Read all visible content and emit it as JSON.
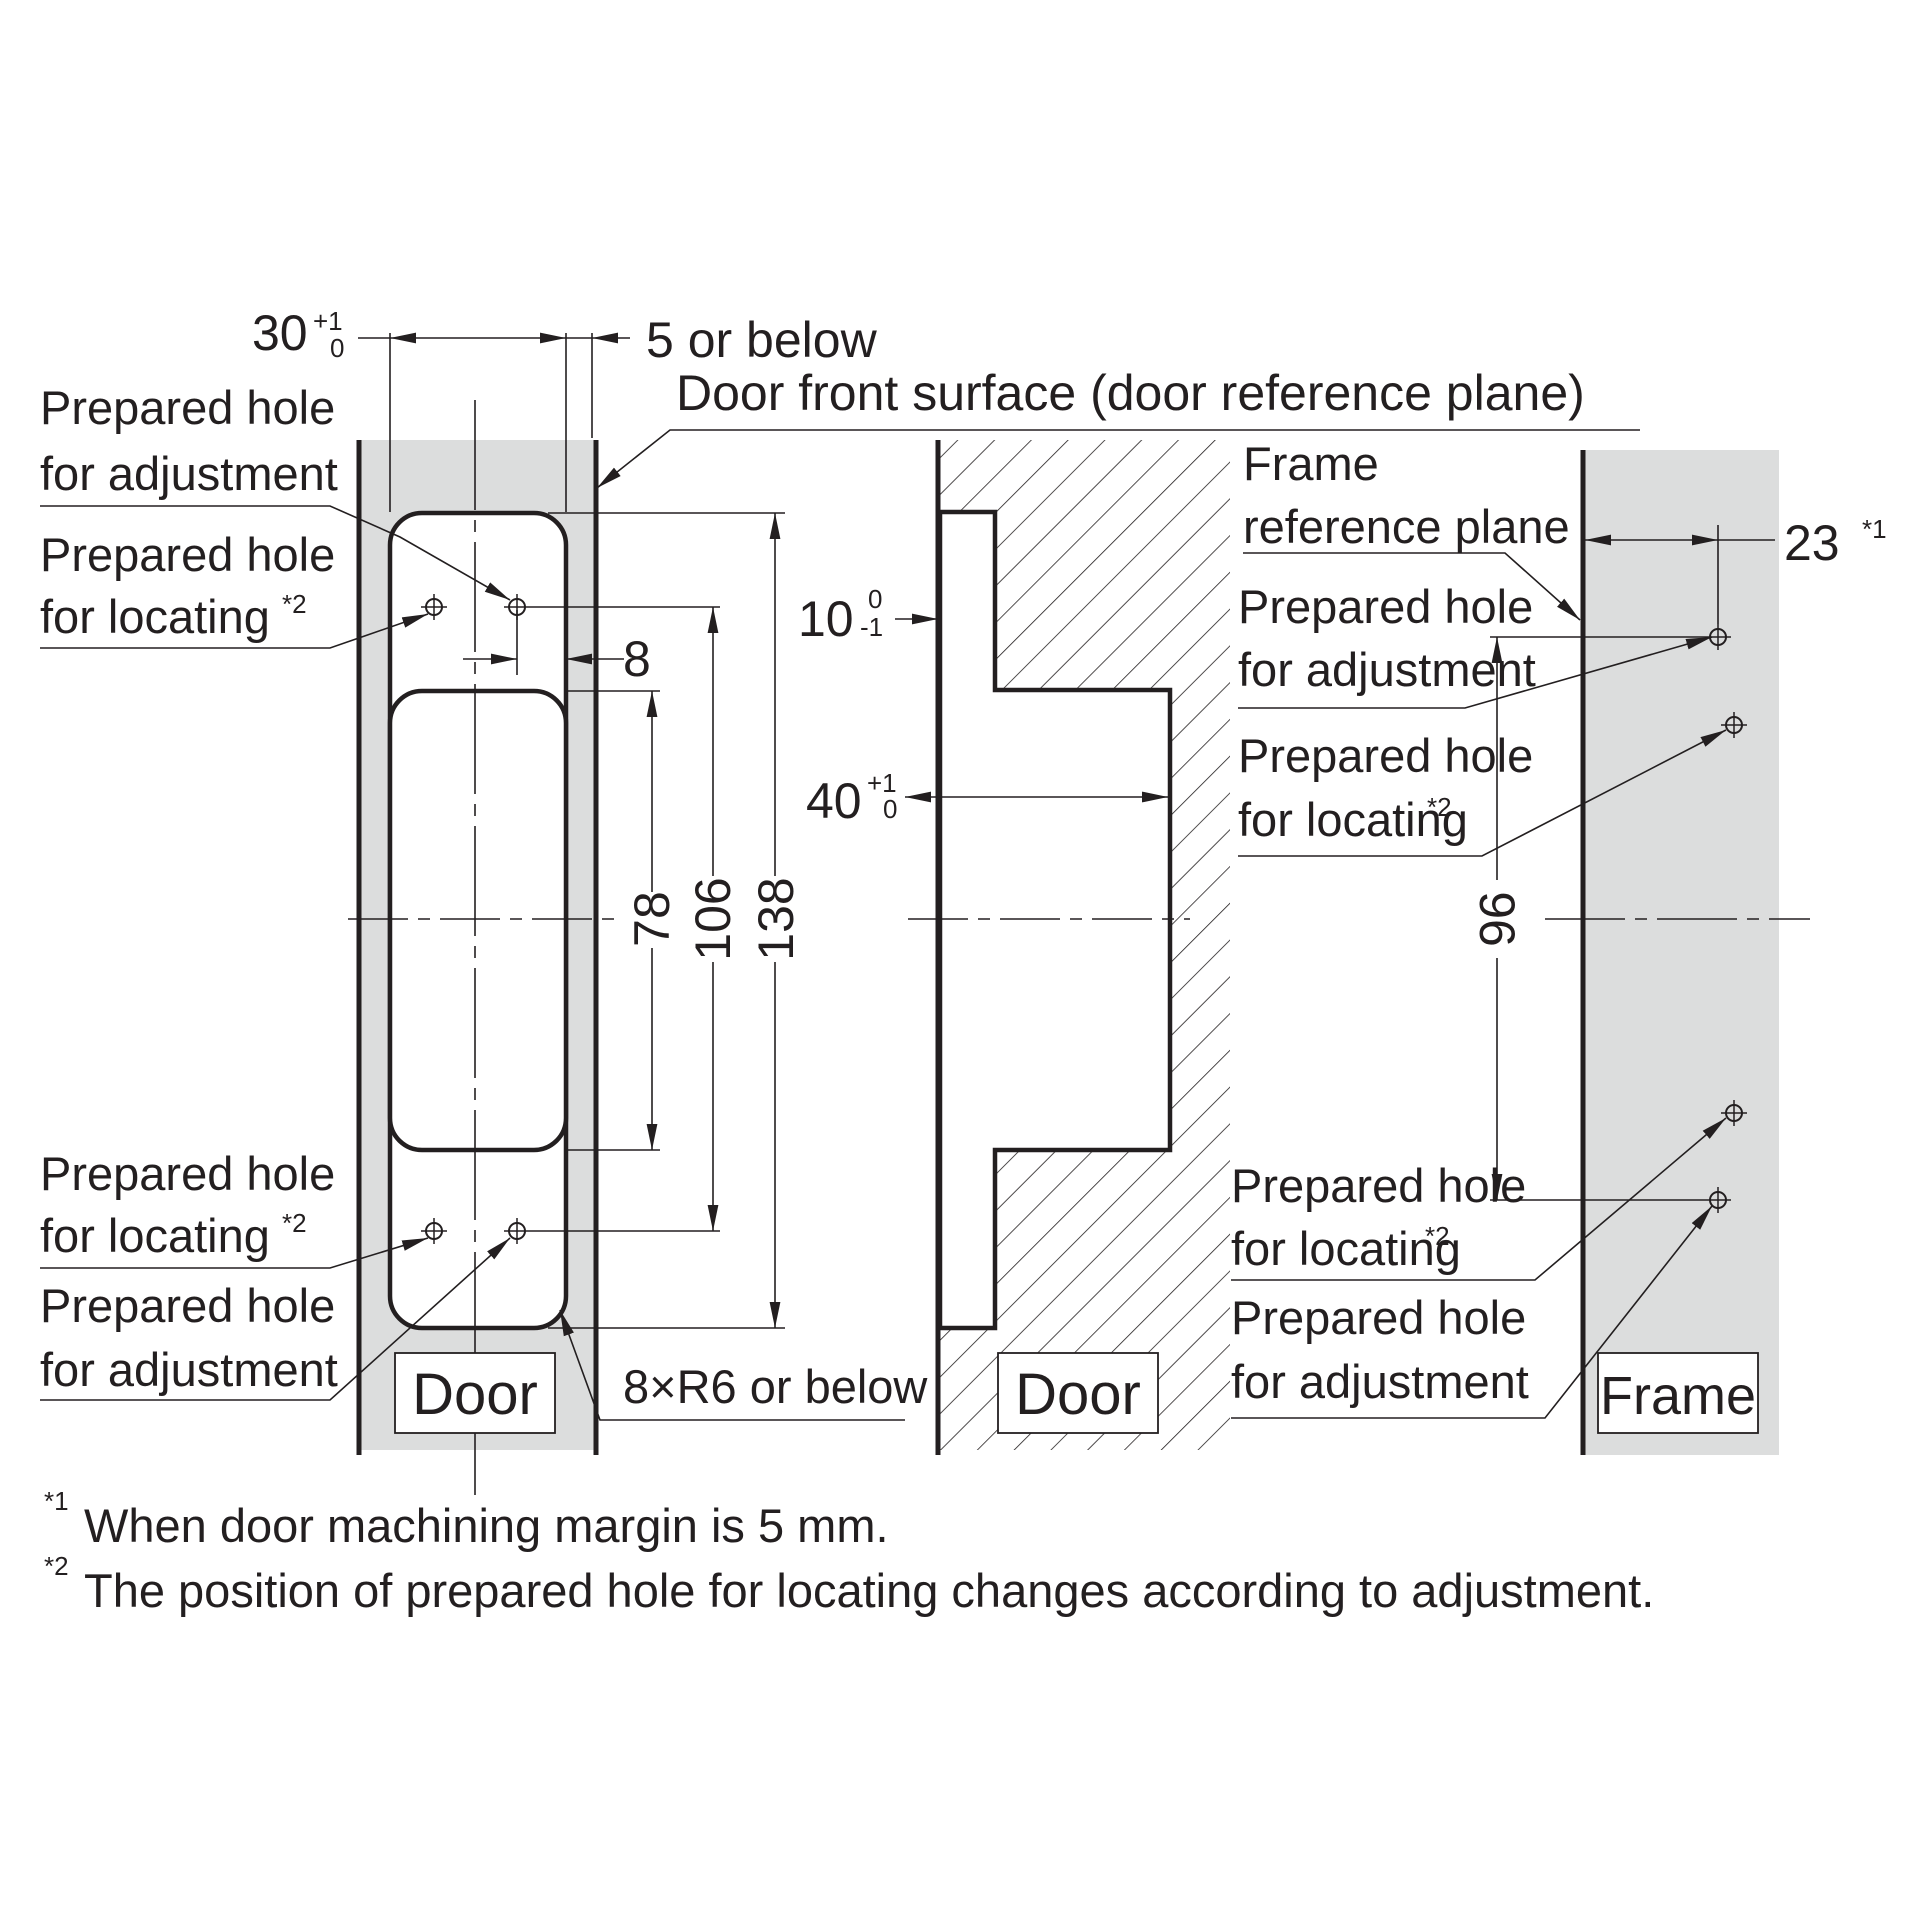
{
  "dims": {
    "w30": "30",
    "w30_tol_upper": "+1",
    "w30_tol_lower": "0",
    "five_below": "5 or below",
    "d8": "8",
    "d78": "78",
    "d106": "106",
    "d138": "138",
    "d10": "10",
    "d10_tol_upper": "0",
    "d10_tol_lower": "-1",
    "d40": "40",
    "d40_tol_upper": "+1",
    "d40_tol_lower": "0",
    "d96": "96",
    "d23": "23",
    "d23_note": "*1",
    "radius": "8×R6 or below"
  },
  "callouts": {
    "door_front_surface": "Door front surface (door reference plane)",
    "frame_ref_line1": "Frame",
    "frame_ref_line2": "reference plane",
    "adj_line1": "Prepared hole",
    "adj_line2": "for adjustment",
    "loc_line1": "Prepared hole",
    "loc_line2": "for locating",
    "loc_note": "*2"
  },
  "panels": {
    "door1": "Door",
    "door2": "Door",
    "frame": "Frame"
  },
  "footnotes": [
    {
      "mark": "*1",
      "text": "When door machining margin is 5 mm."
    },
    {
      "mark": "*2",
      "text": "The position of prepared hole for locating changes according to adjustment."
    }
  ],
  "colors": {
    "panel_fill": "#dcdddd",
    "line": "#231f20",
    "background": "#ffffff"
  }
}
